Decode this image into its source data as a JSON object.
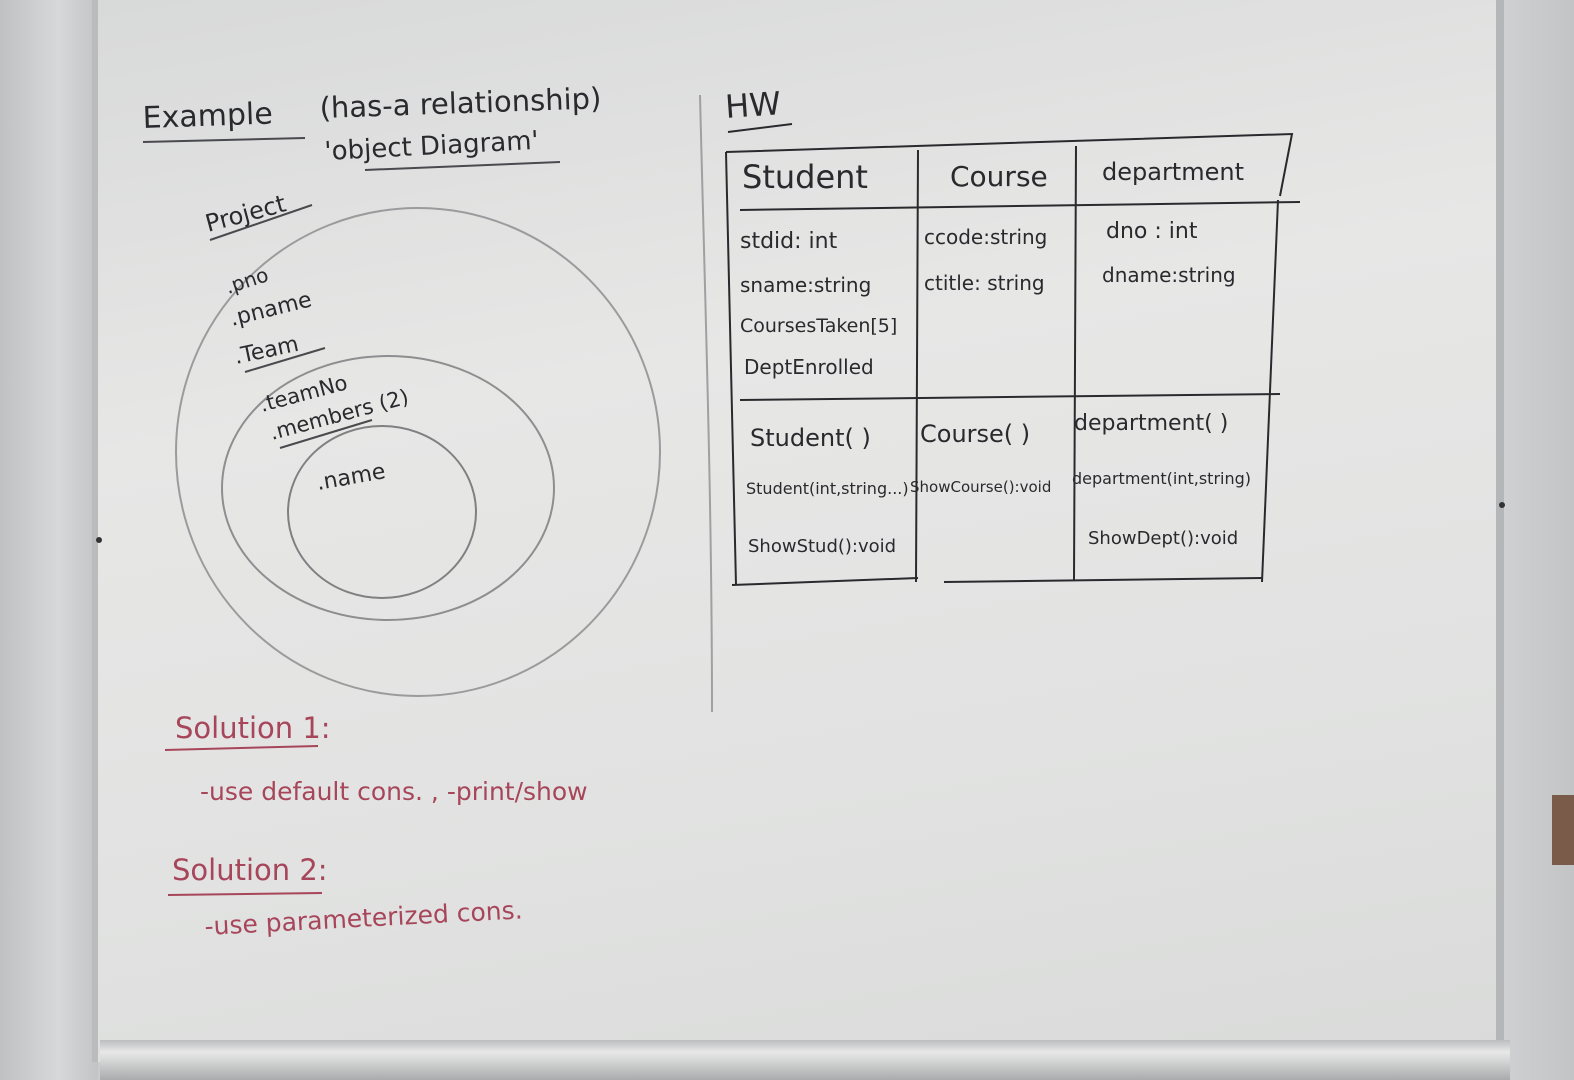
{
  "left": {
    "example": "Example",
    "has_a": "(has-a relationship)",
    "object_diagram": "'object Diagram'",
    "project": "Project",
    "pno": ".pno",
    "pname": ".pname",
    "team": ".Team",
    "team_no": ".teamNo",
    "members": ".members (2)",
    "name": ".name"
  },
  "solutions": {
    "s1_title": "Solution 1:",
    "s1_line": "-use default cons.  , -print/show",
    "s2_title": "Solution 2:",
    "s2_line": "-use parameterized cons."
  },
  "hw": {
    "title": "HW",
    "headers": [
      "Student",
      "Course",
      "department"
    ],
    "attributes": [
      [
        "stdid: int",
        "sname:string",
        "CoursesTaken[5]",
        "DeptEnrolled"
      ],
      [
        "ccode:string",
        "ctitle: string"
      ],
      [
        "dno : int",
        "dname:string"
      ]
    ],
    "methods": [
      [
        "Student( )",
        "Student(int,string...)",
        "ShowStud():void"
      ],
      [
        "Course( )",
        "ShowCourse():void"
      ],
      [
        "department( )",
        "department(int,string)",
        "ShowDept():void"
      ]
    ]
  },
  "colors": {
    "marker_black": "#2a2a2e",
    "marker_red": "#a7465a"
  }
}
